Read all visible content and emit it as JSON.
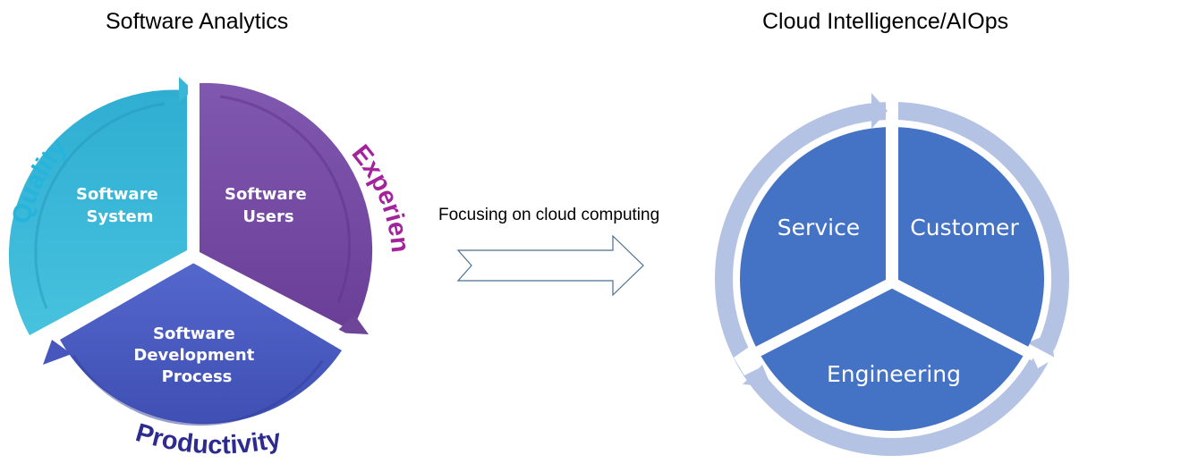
{
  "left_diagram": {
    "title": "Software Analytics",
    "segments": [
      {
        "label_lines": [
          "Software",
          "System"
        ],
        "color": "#35b3d4"
      },
      {
        "label_lines": [
          "Software",
          "Users"
        ],
        "color": "#7a4fa8"
      },
      {
        "label_lines": [
          "Software",
          "Development",
          "Process"
        ],
        "color": "#4b5ec2"
      }
    ],
    "outer_labels": {
      "quality": {
        "text": "Quality",
        "color": "#24b4dc"
      },
      "experience": {
        "text": "Experience",
        "color": "#a3239c"
      },
      "productivity": {
        "text": "Productivity",
        "color": "#2d2b8f"
      }
    }
  },
  "transition_arrow": {
    "caption": "Focusing on cloud computing",
    "stroke_color": "#4a6f8f"
  },
  "right_diagram": {
    "title": "Cloud Intelligence/AIOps",
    "segments": [
      {
        "label": "Service"
      },
      {
        "label": "Customer"
      },
      {
        "label": "Engineering"
      }
    ],
    "fill_color": "#4472c4",
    "ring_color": "#b4c2e3"
  }
}
